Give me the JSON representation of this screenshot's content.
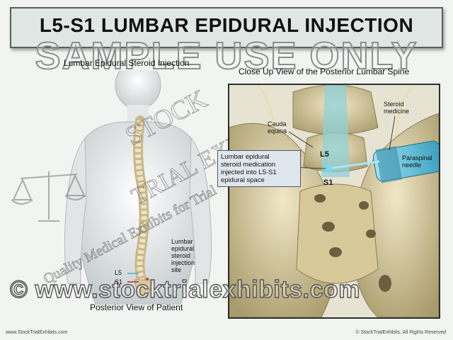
{
  "title": "L5-S1 LUMBAR EPIDURAL INJECTION",
  "watermark": "SAMPLE USE ONLY",
  "left_caption": "Lumbar Epidural Steroid Injection",
  "right_caption": "Close Up View of the Posterior Lumbar Spine",
  "bottom_caption": "Posterior View of Patient",
  "left_labels": {
    "injection_site": [
      "Lumbar",
      "epidural",
      "steroid",
      "injection",
      "site"
    ],
    "l5": "L5",
    "s1": "S1"
  },
  "closeup_labels": {
    "cauda_equina": [
      "Cauda",
      "equina"
    ],
    "steroid_medicine": [
      "Steroid",
      "medicine"
    ],
    "paraspinal_needle": [
      "Paraspinal",
      "needle"
    ],
    "l5": "L5",
    "s1": "S1",
    "medication_box": [
      "Lumbar epidural",
      "steroid medication",
      "injected into L5-S1",
      "epidural space"
    ]
  },
  "diagonal_watermark": [
    "STOCK",
    "TRIAL EXHIBITS",
    "Quality Medical Exhibits for Trial"
  ],
  "website_watermark": "© www.stocktrialexhibits.com",
  "footer_left": "www.StockTrialExhibits.com",
  "footer_right": "© StockTrialExhibits, All Rights Reserved",
  "colors": {
    "title_bg": "#dfe6e3",
    "bone": "#d9cfa8",
    "needle": "#5fc3dd",
    "panel_bg": "#cfc9b6"
  }
}
